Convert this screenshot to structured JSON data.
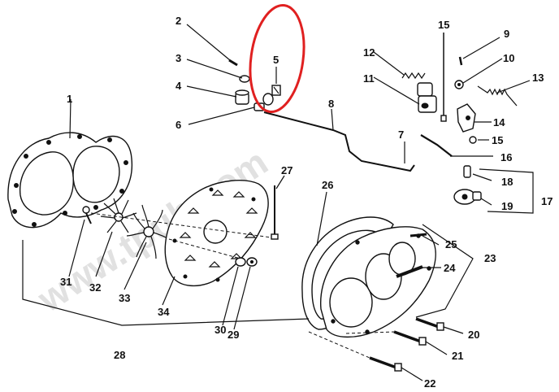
{
  "watermark": "www.tpub.com",
  "highlight_color": "#e02020",
  "callouts": {
    "c1": "1",
    "c2": "2",
    "c3": "3",
    "c4": "4",
    "c5": "5",
    "c6": "6",
    "c7": "7",
    "c8": "8",
    "c9": "9",
    "c10": "10",
    "c11": "11",
    "c12": "12",
    "c13": "13",
    "c14": "14",
    "c15a": "15",
    "c15b": "15",
    "c16": "16",
    "c17": "17",
    "c18": "18",
    "c19": "19",
    "c20": "20",
    "c21": "21",
    "c22": "22",
    "c23": "23",
    "c24": "24",
    "c25": "25",
    "c26": "26",
    "c27": "27",
    "c28": "28",
    "c29": "29",
    "c30": "30",
    "c31": "31",
    "c32": "32",
    "c33": "33",
    "c34": "34"
  }
}
